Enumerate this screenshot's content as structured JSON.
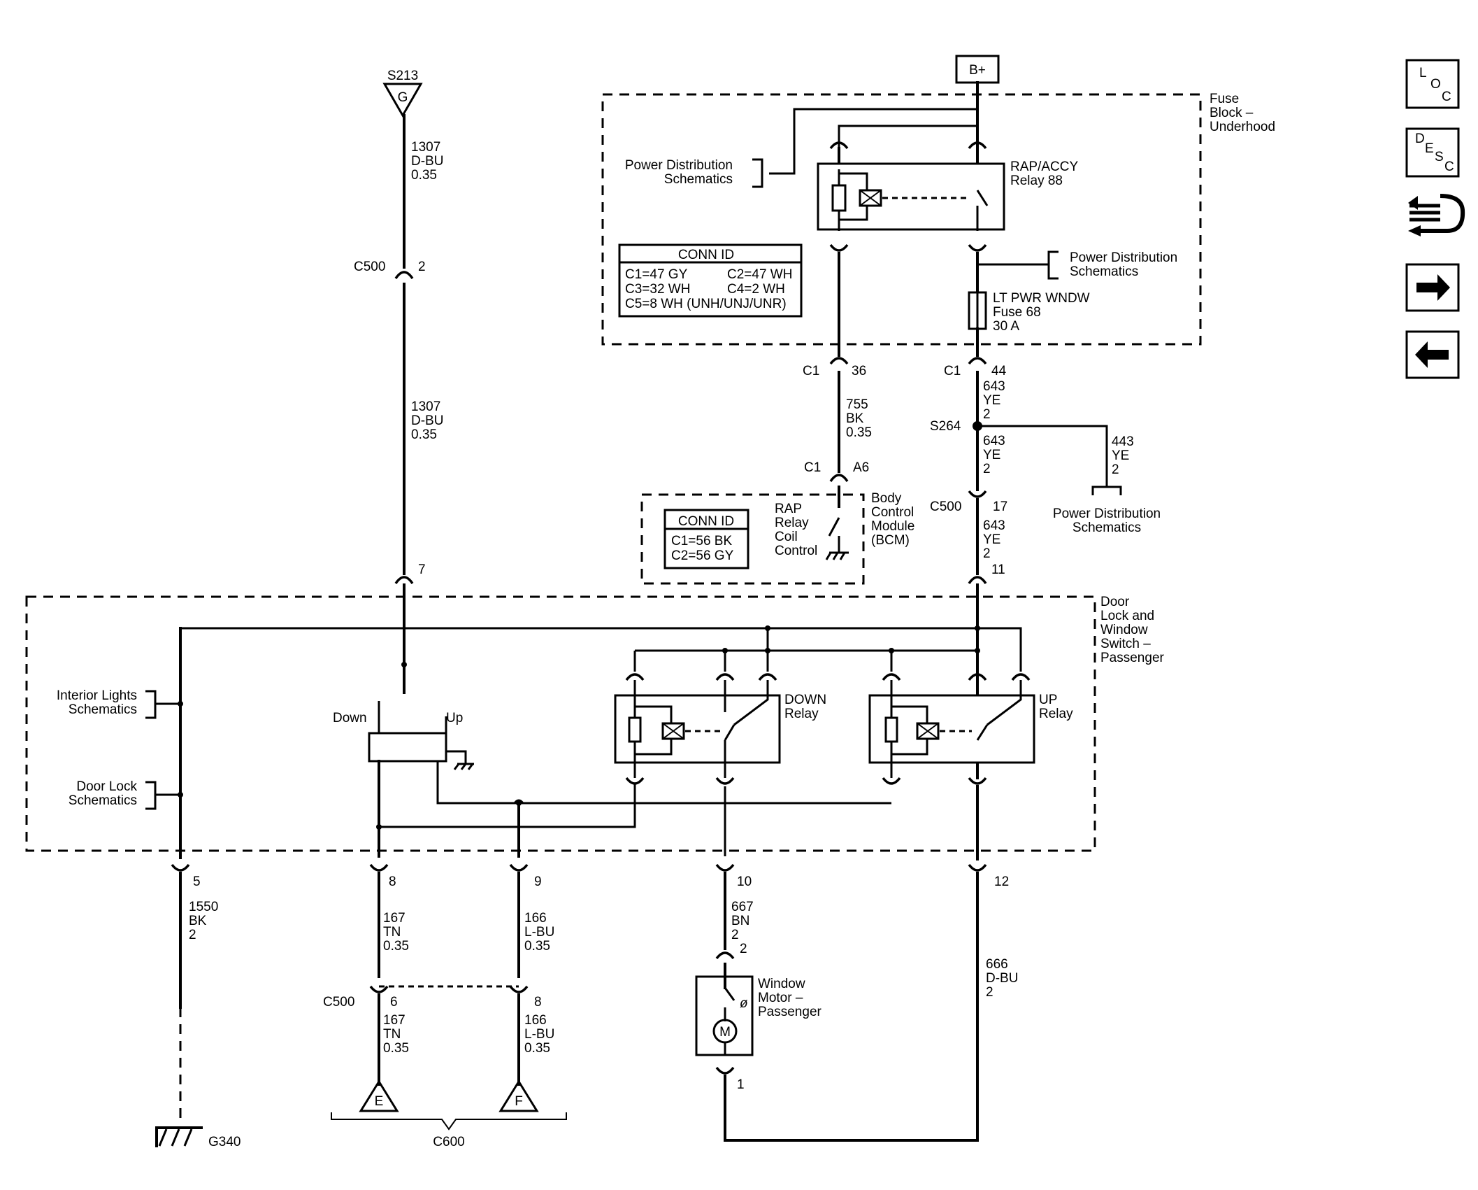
{
  "labels": {
    "s213": "S213",
    "g_letter": "G",
    "bplus": "B+",
    "w1307a_id": "1307",
    "w1307a_color": "D-BU",
    "w1307a_size": "0.35",
    "w1307b_id": "1307",
    "w1307b_color": "D-BU",
    "w1307b_size": "0.35",
    "c500_top": "C500",
    "c500_top_pin": "2",
    "pin7": "7",
    "fuse_block": [
      "Fuse",
      "Block –",
      "Underhood"
    ],
    "pds1": [
      "Power Distribution",
      "Schematics"
    ],
    "pds2": [
      "Power Distribution",
      "Schematics"
    ],
    "pds3": [
      "Power Distribution",
      "Schematics"
    ],
    "rap_relay": [
      "RAP/ACCY",
      "Relay 88"
    ],
    "fuse68": [
      "LT PWR WNDW",
      "Fuse 68",
      "30 A"
    ],
    "conn1_title": "CONN ID",
    "conn1_rows": [
      "C1=47 GY",
      "C2=47 WH",
      "C3=32 WH",
      "C4=2 WH",
      "C5=8 WH (UNH/UNJ/UNR)"
    ],
    "c1_36": "C1",
    "pin36": "36",
    "c1_44": "C1",
    "pin44": "44",
    "w755": [
      "755",
      "BK",
      "0.35"
    ],
    "w643a": [
      "643",
      "YE",
      "2"
    ],
    "w643b": [
      "643",
      "YE",
      "2"
    ],
    "w643c": [
      "643",
      "YE",
      "2"
    ],
    "w443": [
      "443",
      "YE",
      "2"
    ],
    "s264": "S264",
    "c1_a6": "C1",
    "pin_a6": "A6",
    "c500_17": "C500",
    "pin17": "17",
    "pin11": "11",
    "conn2_title": "CONN ID",
    "conn2_rows": [
      "C1=56 BK",
      "C2=56 GY"
    ],
    "rap_coil": [
      "RAP",
      "Relay",
      "Coil",
      "Control"
    ],
    "bcm": [
      "Body",
      "Control",
      "Module",
      "(BCM)"
    ],
    "door_switch": [
      "Door",
      "Lock and",
      "Window",
      "Switch –",
      "Passenger"
    ],
    "interior_lights": [
      "Interior Lights",
      "Schematics"
    ],
    "door_lock": [
      "Door Lock",
      "Schematics"
    ],
    "down": "Down",
    "up": "Up",
    "down_relay": [
      "DOWN",
      "Relay"
    ],
    "up_relay": [
      "UP",
      "Relay"
    ],
    "pin5": "5",
    "pin8": "8",
    "pin9": "9",
    "pin10": "10",
    "pin12": "12",
    "w1550": [
      "1550",
      "BK",
      "2"
    ],
    "w167a": [
      "167",
      "TN",
      "0.35"
    ],
    "w166a": [
      "166",
      "L-BU",
      "0.35"
    ],
    "w667": [
      "667",
      "BN",
      "2"
    ],
    "w666": [
      "666",
      "D-BU",
      "2"
    ],
    "c500_bot": "C500",
    "pin6": "6",
    "pin8b": "8",
    "w167b": [
      "167",
      "TN",
      "0.35"
    ],
    "w166b": [
      "166",
      "L-BU",
      "0.35"
    ],
    "motor_pin2": "2",
    "motor_pin1": "1",
    "motor_label": [
      "Window",
      "Motor –",
      "Passenger"
    ],
    "motor_m": "M",
    "e_letter": "E",
    "f_letter": "F",
    "g340": "G340",
    "c600": "C600"
  },
  "nav": {
    "loc": [
      "L",
      "O",
      "C"
    ],
    "desc": [
      "D",
      "E",
      "S",
      "C"
    ],
    "icons": [
      "wiring-harness-icon",
      "arrow-right-icon",
      "arrow-left-icon"
    ]
  }
}
